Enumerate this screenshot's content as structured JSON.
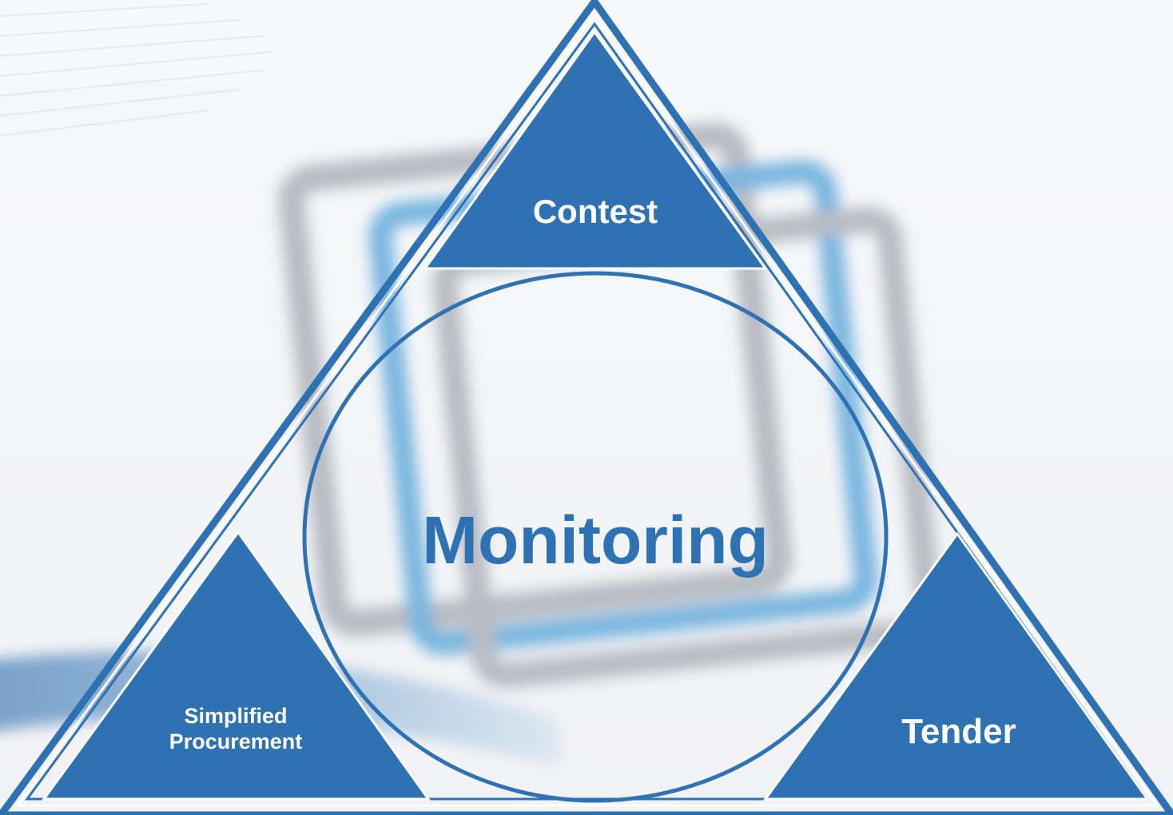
{
  "diagram": {
    "center_label": "Monitoring",
    "top_label": "Contest",
    "left_label_line1": "Simplified",
    "left_label_line2": "Procurement",
    "right_label": "Tender",
    "colors": {
      "primary_blue": "#2f72b3",
      "background": "#f4f5f7",
      "outline_white": "#ffffff"
    }
  }
}
